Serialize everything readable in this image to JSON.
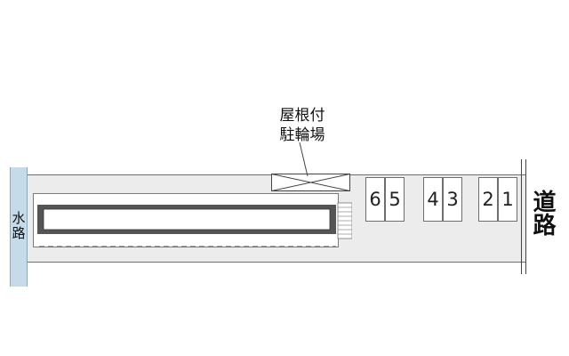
{
  "labels": {
    "water_channel": "水路",
    "road": "道路",
    "bike_parking_line1": "屋根付",
    "bike_parking_line2": "駐輪場"
  },
  "parking_spaces": [
    "6",
    "5",
    "4",
    "3",
    "2",
    "1"
  ],
  "colors": {
    "water": "#c5dbe9",
    "lot": "#ececec",
    "building_outline": "#555555",
    "building_inner": "#ffffff",
    "line": "#6e6e6e"
  }
}
